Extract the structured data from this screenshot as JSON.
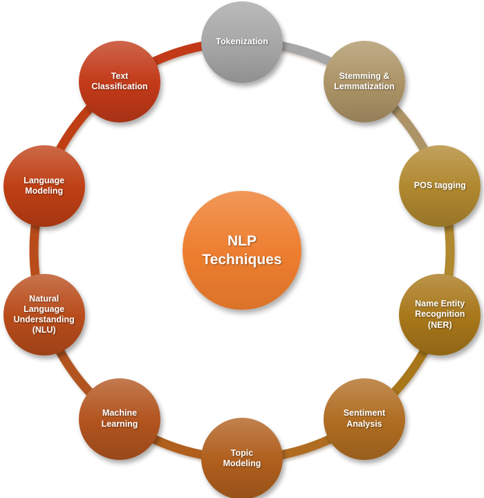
{
  "background_color": "#ffffff",
  "center": {
    "label": "NLP\nTechniques",
    "color": "#ed7d2e"
  },
  "nodes": [
    {
      "label": "Tokenization",
      "color": "#a7a7a7"
    },
    {
      "label": "Stemming &\nLemmatization",
      "color": "#ad9467"
    },
    {
      "label": "POS tagging",
      "color": "#b0882f"
    },
    {
      "label": "Name Entity\nRecognition\n(NER)",
      "color": "#a8771a"
    },
    {
      "label": "Sentiment\nAnalysis",
      "color": "#b06d22"
    },
    {
      "label": "Topic\nModeling",
      "color": "#b05f1d"
    },
    {
      "label": "Machine\nLearning",
      "color": "#b2541f"
    },
    {
      "label": "Natural\nLanguage\nUnderstanding\n(NLU)",
      "color": "#b84c1b"
    },
    {
      "label": "Language\nModeling",
      "color": "#bf3f14"
    },
    {
      "label": "Text\nClassification",
      "color": "#c23a18"
    }
  ]
}
